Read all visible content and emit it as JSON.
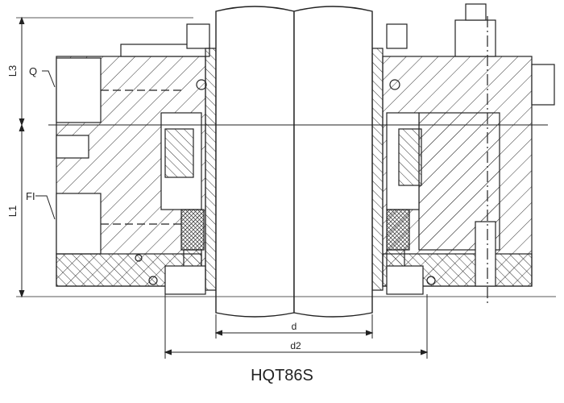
{
  "drawing": {
    "title": "HQT86S",
    "labels": {
      "l3": "L3",
      "l1": "L1",
      "q": "Q",
      "fl": "FI",
      "d": "d",
      "d2": "d2"
    }
  }
}
